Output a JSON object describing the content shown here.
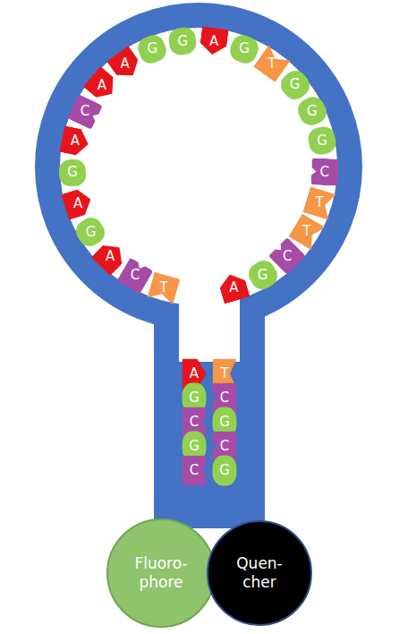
{
  "diagram": {
    "nodes": [
      {
        "text": [
          "T"
        ]
      },
      {
        "text": [
          "C"
        ]
      },
      {
        "text": [
          "A"
        ]
      },
      {
        "text": [
          "G"
        ]
      },
      {
        "text": [
          "A"
        ]
      },
      {
        "text": [
          "G"
        ]
      },
      {
        "text": [
          "A"
        ]
      },
      {
        "text": [
          "C"
        ]
      },
      {
        "text": [
          "A"
        ]
      },
      {
        "text": [
          "A"
        ]
      },
      {
        "text": [
          "G"
        ]
      },
      {
        "text": [
          "G"
        ]
      },
      {
        "text": [
          "A"
        ]
      },
      {
        "text": [
          "G"
        ]
      },
      {
        "text": [
          "T"
        ]
      },
      {
        "text": [
          "G"
        ]
      },
      {
        "text": [
          "G"
        ]
      },
      {
        "text": [
          "G"
        ]
      },
      {
        "text": [
          "C"
        ]
      },
      {
        "text": [
          "T"
        ]
      },
      {
        "text": [
          "T"
        ]
      },
      {
        "text": [
          "C"
        ]
      },
      {
        "text": [
          "G"
        ]
      },
      {
        "text": [
          "A"
        ]
      },
      {
        "text": [
          "A"
        ]
      },
      {
        "text": [
          "T"
        ]
      },
      {
        "text": [
          "G"
        ]
      },
      {
        "text": [
          "C"
        ]
      },
      {
        "text": [
          "C"
        ]
      },
      {
        "text": [
          "G"
        ]
      },
      {
        "text": [
          "G"
        ]
      },
      {
        "text": [
          "C"
        ]
      },
      {
        "text": [
          "C"
        ]
      },
      {
        "text": [
          "G"
        ]
      },
      {
        "text": [
          "Fluoro- phore"
        ]
      },
      {
        "text": [
          "Quen- cher"
        ]
      }
    ]
  }
}
